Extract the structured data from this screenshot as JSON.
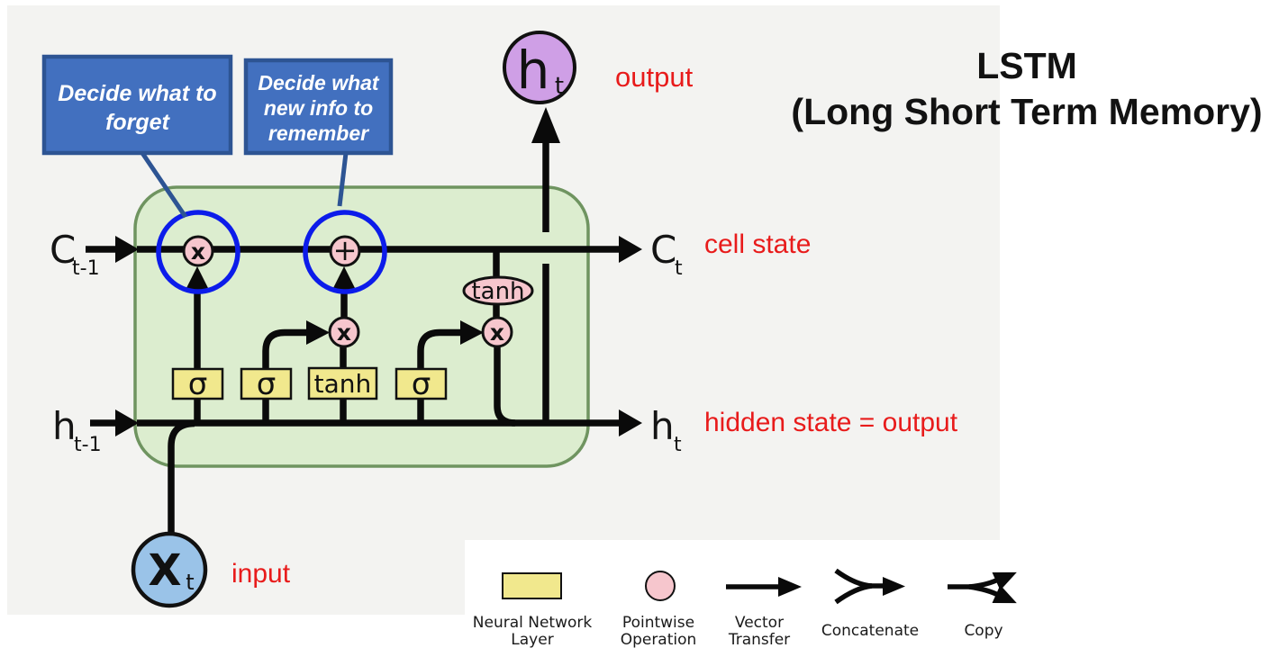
{
  "title": {
    "line1": "LSTM",
    "line2": "(Long Short Term Memory)"
  },
  "callouts": {
    "forget": {
      "lines": [
        "Decide what to",
        "forget"
      ]
    },
    "remember": {
      "lines": [
        "Decide what",
        "new info to",
        "remember"
      ]
    }
  },
  "ports": {
    "cell_in": {
      "main": "C",
      "sub": "t-1"
    },
    "hidden_in": {
      "main": "h",
      "sub": "t-1"
    },
    "cell_out": {
      "main": "C",
      "sub": "t"
    },
    "hidden_out": {
      "main": "h",
      "sub": "t"
    },
    "output_node": {
      "main": "h",
      "sub": "t"
    },
    "input_node": {
      "main": "X",
      "sub": "t"
    }
  },
  "annotations": {
    "output": "output",
    "cell_state": "cell state",
    "hidden_state": "hidden state = output",
    "input": "input"
  },
  "gates": {
    "forget_gate": "σ",
    "input_gate": "σ",
    "candidate_layer": "tanh",
    "output_gate": "σ"
  },
  "operations": {
    "forget_multiply": "x",
    "add": "+",
    "input_multiply": "x",
    "output_multiply": "x",
    "tanh_activation": "tanh"
  },
  "legend": {
    "items": [
      {
        "name": "neural-network-layer",
        "lines": [
          "Neural Network",
          "Layer"
        ]
      },
      {
        "name": "pointwise-operation",
        "lines": [
          "Pointwise",
          "Operation"
        ]
      },
      {
        "name": "vector-transfer",
        "lines": [
          "Vector",
          "Transfer"
        ]
      },
      {
        "name": "concatenate",
        "lines": [
          "Concatenate"
        ]
      },
      {
        "name": "copy",
        "lines": [
          "Copy"
        ]
      }
    ]
  },
  "colors": {
    "background_panel": "#f3f3f1",
    "cell_fill": "#dcedcf",
    "cell_border": "#6f9460",
    "gate_fill": "#f1e88d",
    "op_fill": "#f6c6cd",
    "input_node_fill": "#9ac3e8",
    "output_node_fill": "#cf9fe6",
    "callout_fill": "#4270bf",
    "callout_border": "#2d5493",
    "highlight_ring": "#0c1cea",
    "annotation_red": "#e81b1b",
    "line_black": "#0a0a0a"
  }
}
